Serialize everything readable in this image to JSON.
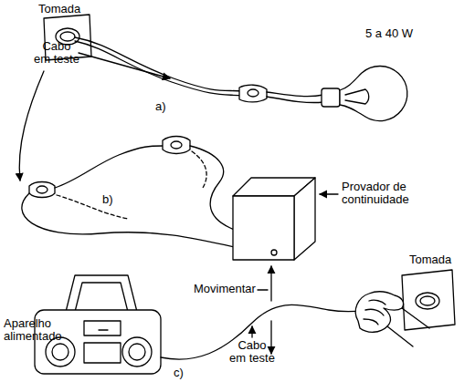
{
  "diagram": {
    "labels": [
      "Tomada",
      "Cabo em teste",
      "a)",
      "5 a 40 W",
      "b)",
      "Provador de continuidade",
      "Tomada",
      "Movimentar",
      "Aparelho alimentado",
      "Cabo em teste",
      "c)"
    ]
  }
}
